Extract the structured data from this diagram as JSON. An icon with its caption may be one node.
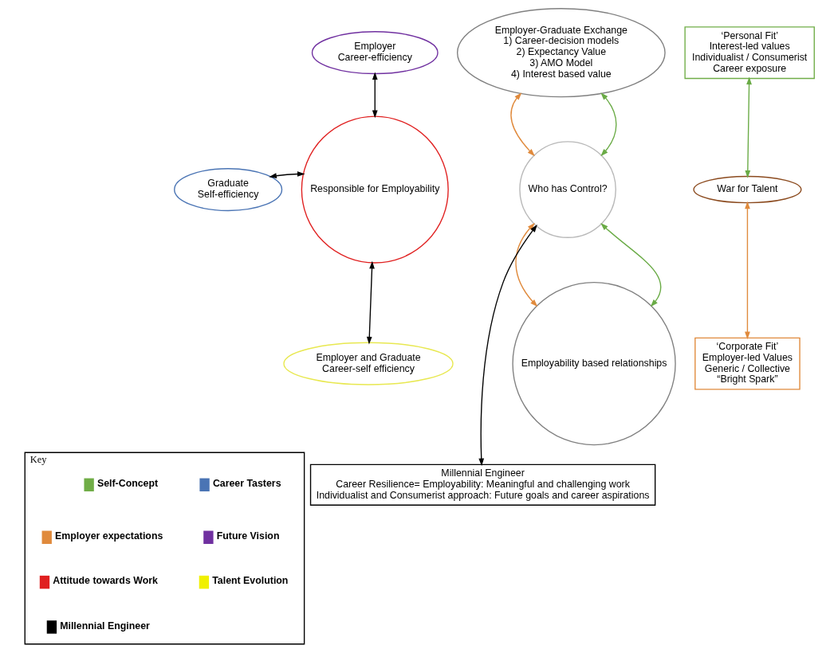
{
  "diagram": {
    "nodes": [
      {
        "text": [
          "Employer",
          "Career-efficiency"
        ]
      },
      {
        "text": [
          "Graduate",
          "Self-efficiency"
        ]
      },
      {
        "text": [
          "Employer and Graduate",
          "Career-self efficiency"
        ]
      },
      {
        "text": [
          "Responsible for Employability"
        ]
      },
      {
        "text": [
          "Employer-Graduate Exchange",
          "1) Career-decision models",
          "2) Expectancy Value",
          "3) AMO Model",
          "4) Interest based value"
        ]
      },
      {
        "text": [
          "Who has Control?"
        ]
      },
      {
        "text": [
          "Employability based relationships"
        ]
      },
      {
        "text": [
          "War for Talent"
        ]
      },
      {
        "text": [
          "‘Personal Fit’",
          "Interest-led values",
          "Individualist / Consumerist",
          "Career exposure"
        ]
      },
      {
        "text": [
          "‘Corporate Fit’",
          "Employer-led Values",
          "Generic / Collective",
          "“Bright Spark”"
        ]
      },
      {
        "text": [
          "Millennial Engineer",
          "Career Resilience= Employability: Meaningful and challenging work",
          "Individualist and Consumerist approach: Future goals and career aspirations"
        ]
      },
      {
        "text": [
          "Key"
        ]
      }
    ],
    "edges": [
      {
        "from": 0,
        "to": 3,
        "arrow": "both"
      },
      {
        "from": 1,
        "to": 3,
        "arrow": "both"
      },
      {
        "from": 2,
        "to": 3,
        "arrow": "both"
      },
      {
        "from": 4,
        "to": 5,
        "arrow": "both",
        "color": "#e08a3c"
      },
      {
        "from": 4,
        "to": 5,
        "arrow": "both",
        "color": "#6aab46"
      },
      {
        "from": 6,
        "to": 5,
        "arrow": "both",
        "color": "#e08a3c"
      },
      {
        "from": 6,
        "to": 5,
        "arrow": "both",
        "color": "#6aab46"
      },
      {
        "from": 7,
        "to": 8,
        "arrow": "both",
        "color": "#6aab46"
      },
      {
        "from": 7,
        "to": 9,
        "arrow": "both",
        "color": "#e08a3c"
      },
      {
        "from": 10,
        "to": 5,
        "arrow": "both"
      }
    ],
    "legend": [
      {
        "text": "Self-Concept",
        "color": "#70ad47"
      },
      {
        "text": "Career Tasters",
        "color": "#4a74b4"
      },
      {
        "text": "Employer expectations",
        "color": "#e08a3c"
      },
      {
        "text": "Future Vision",
        "color": "#7030a0"
      },
      {
        "text": "Attitude towards Work",
        "color": "#e02020"
      },
      {
        "text": "Talent Evolution",
        "color": "#f0f000"
      },
      {
        "text": "Millennial Engineer",
        "color": "#000000"
      }
    ]
  }
}
